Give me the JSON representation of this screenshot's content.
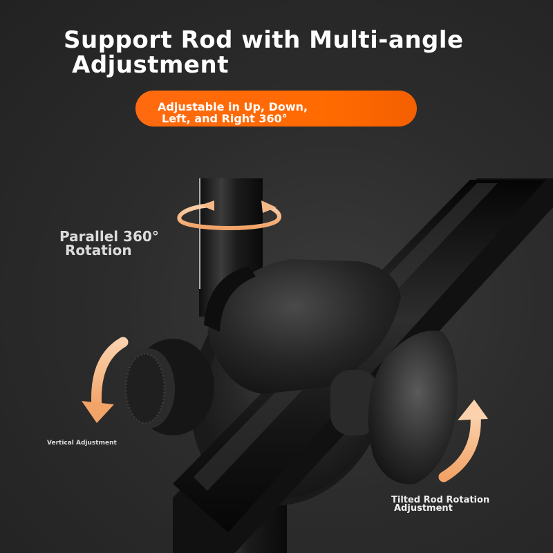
{
  "title": {
    "line1": "Support Rod with Multi-angle",
    "line2": "Adjustment"
  },
  "badge": {
    "line1": "Adjustable in Up, Down,",
    "line2": "Left, and Right 360°",
    "color": "#ff6a00"
  },
  "labels": {
    "parallel_line1": "Parallel 360°",
    "parallel_line2": "Rotation",
    "vertical": "Vertical Adjustment",
    "tilted_line1": "Tilted Rod Rotation",
    "tilted_line2": "Adjustment"
  },
  "colors": {
    "arrow": "#f5b887",
    "background": "#2c2c2c"
  },
  "icons": [
    "rotation-ring-arrow-icon",
    "curved-down-arrow-icon",
    "curved-up-arrow-icon"
  ]
}
